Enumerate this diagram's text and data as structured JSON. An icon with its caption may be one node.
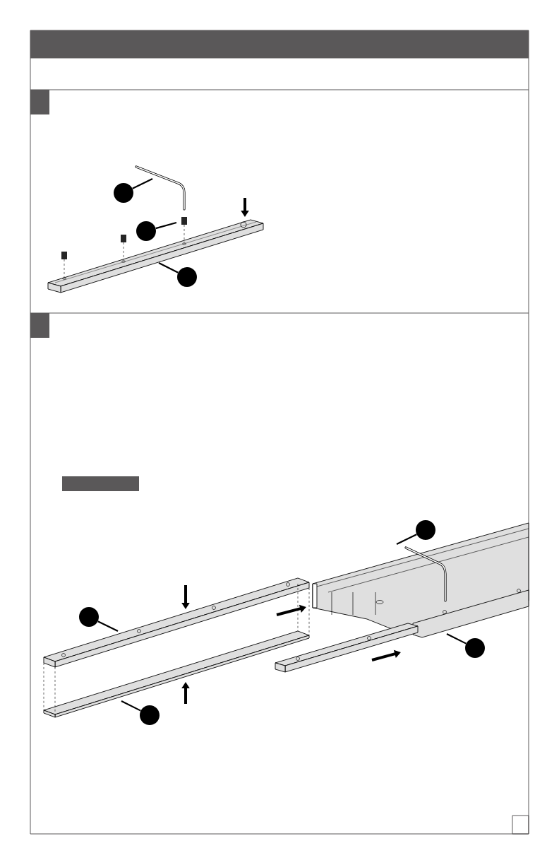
{
  "diagram": {
    "nodes": [
      {
        "text": [],
        "shape": "circle"
      },
      {
        "text": [],
        "shape": "circle"
      },
      {
        "text": [],
        "shape": "circle"
      },
      {
        "text": [],
        "shape": "circle"
      },
      {
        "text": [],
        "shape": "circle"
      },
      {
        "text": [],
        "shape": "circle"
      },
      {
        "text": [],
        "shape": "circle"
      },
      {
        "text": [],
        "shape": "bar"
      }
    ],
    "edges": [
      {
        "from": 0,
        "to": null,
        "arrow": "none"
      },
      {
        "from": 1,
        "to": null,
        "arrow": "none"
      },
      {
        "from": 2,
        "to": null,
        "arrow": "none"
      },
      {
        "from": 3,
        "to": null,
        "arrow": "none"
      },
      {
        "from": 4,
        "to": null,
        "arrow": "none"
      },
      {
        "from": 5,
        "to": null,
        "arrow": "none"
      },
      {
        "from": 6,
        "to": null,
        "arrow": "none"
      }
    ]
  }
}
